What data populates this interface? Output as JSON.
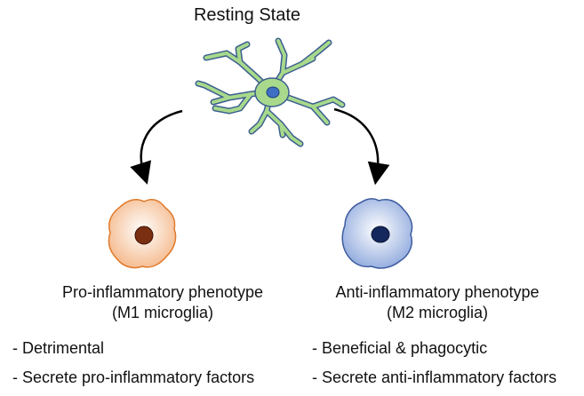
{
  "resting": {
    "title": "Resting State"
  },
  "m1": {
    "title": "Pro-inflammatory phenotype",
    "subtitle": "(M1 microglia)",
    "bullets": [
      "- Detrimental",
      "- Secrete pro-inflammatory factors"
    ]
  },
  "m2": {
    "title": "Anti-inflammatory phenotype",
    "subtitle": "(M2 microglia)",
    "bullets": [
      "- Beneficial & phagocytic",
      "- Secrete anti-inflammatory factors"
    ]
  },
  "colors": {
    "resting_cell_fill": "#a8d98c",
    "resting_cell_stroke": "#3b5f8f",
    "resting_nucleus": "#3f6fc4",
    "m1_cell_fill": "#fbe3d0",
    "m1_cell_stroke": "#e07a2c",
    "m1_nucleus": "#7a2e12",
    "m2_cell_fill": "#c6d6f2",
    "m2_cell_stroke": "#3e5c9e",
    "m2_nucleus": "#15285e",
    "arrow": "#000000"
  }
}
